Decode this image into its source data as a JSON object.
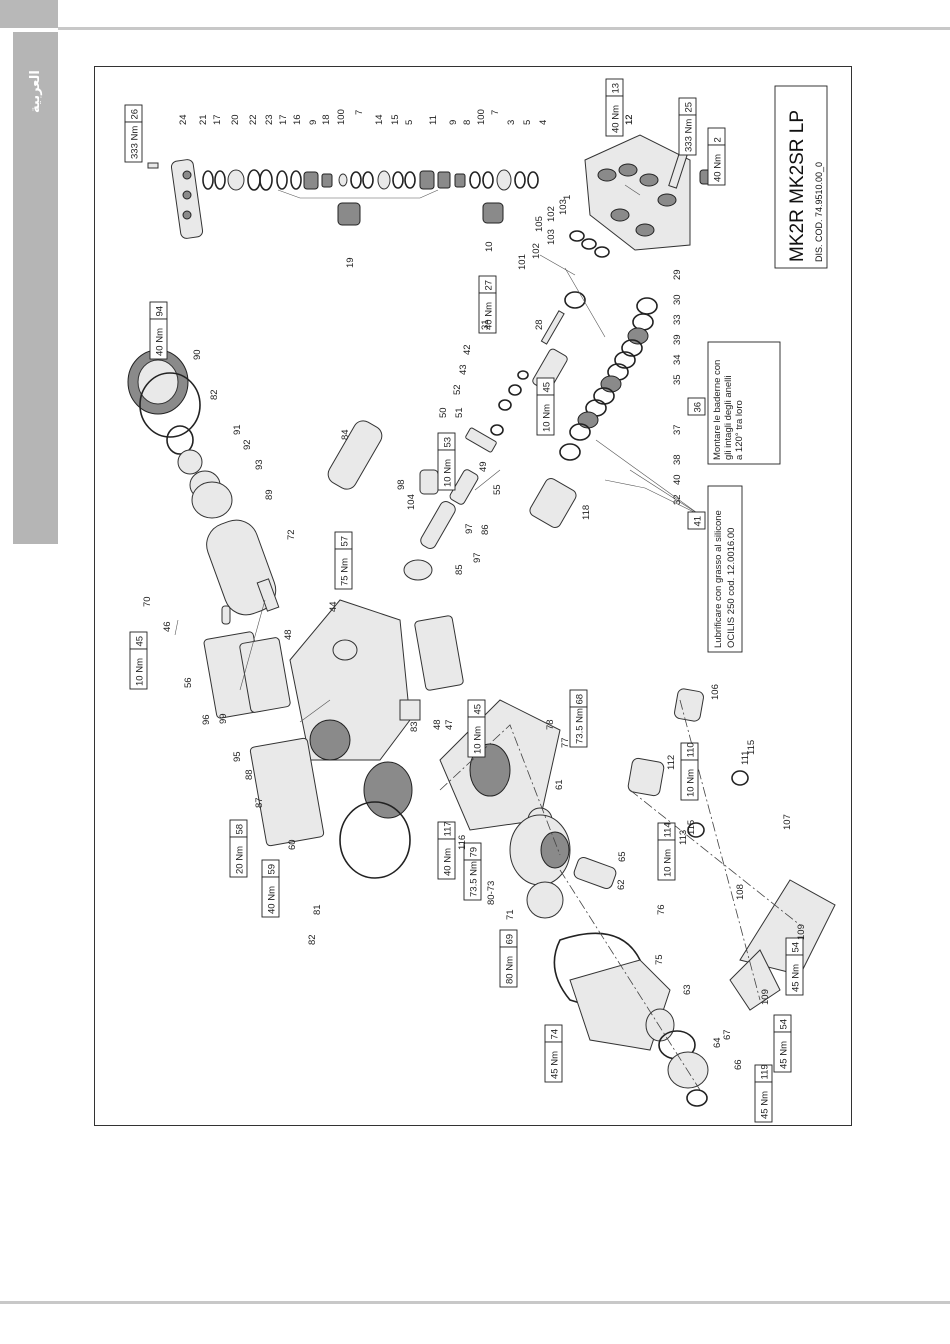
{
  "sidebar": {
    "language_label": "العربية"
  },
  "title_block": {
    "title": "MK2R MK2SR LP",
    "drawing_code": "DIS. COD. 74.9510.00_0"
  },
  "notes": {
    "lubrication_line1": "Lubrificare con grasso al silicone",
    "lubrication_line2": "OCILIS 250 cod. 12.0016.00",
    "rings_line1": "Montare le baderne con",
    "rings_line2": "gli intagli degli anelli",
    "rings_line3": "a 120° tra loro"
  },
  "torque_boxes": [
    {
      "ref": "26",
      "torque": "333 Nm"
    },
    {
      "ref": "13",
      "torque": "40 Nm"
    },
    {
      "ref": "25",
      "torque": "333 Nm"
    },
    {
      "ref": "2",
      "torque": "40 Nm"
    },
    {
      "ref": "94",
      "torque": "40 Nm"
    },
    {
      "ref": "27",
      "torque": "40 Nm"
    },
    {
      "ref": "45",
      "torque": "10 Nm"
    },
    {
      "ref": "53",
      "torque": "10 Nm"
    },
    {
      "ref": "57",
      "torque": "75 Nm"
    },
    {
      "ref": "45",
      "torque": "10 Nm"
    },
    {
      "ref": "45",
      "torque": "10 Nm"
    },
    {
      "ref": "68",
      "torque": "73.5 Nm"
    },
    {
      "ref": "58",
      "torque": "20 Nm"
    },
    {
      "ref": "59",
      "torque": "40 Nm"
    },
    {
      "ref": "117",
      "torque": "40 Nm"
    },
    {
      "ref": "79",
      "torque": "73.5 Nm"
    },
    {
      "ref": "69",
      "torque": "80 Nm"
    },
    {
      "ref": "74",
      "torque": "45 Nm"
    },
    {
      "ref": "110",
      "torque": "10 Nm"
    },
    {
      "ref": "114",
      "torque": "10 Nm"
    },
    {
      "ref": "54",
      "torque": "45 Nm"
    },
    {
      "ref": "54",
      "torque": "45 Nm"
    },
    {
      "ref": "119",
      "torque": "45 Nm"
    }
  ],
  "ref_boxes": [
    "36",
    "41"
  ],
  "part_labels": [
    "24",
    "21",
    "17",
    "20",
    "22",
    "23",
    "17",
    "16",
    "9",
    "18",
    "100",
    "7",
    "14",
    "15",
    "5",
    "11",
    "9",
    "8",
    "100",
    "7",
    "3",
    "5",
    "4",
    "19",
    "10",
    "1",
    "103",
    "102",
    "105",
    "103",
    "102",
    "101",
    "12",
    "12",
    "90",
    "82",
    "91",
    "92",
    "93",
    "89",
    "72",
    "70",
    "28",
    "31",
    "42",
    "43",
    "52",
    "51",
    "50",
    "49",
    "55",
    "118",
    "97",
    "98",
    "104",
    "86",
    "97",
    "85",
    "84",
    "44",
    "29",
    "30",
    "33",
    "39",
    "34",
    "35",
    "37",
    "38",
    "40",
    "32",
    "46",
    "56",
    "96",
    "99",
    "95",
    "88",
    "87",
    "60",
    "48",
    "48",
    "47",
    "83",
    "81",
    "82",
    "78",
    "77",
    "61",
    "116",
    "80-73",
    "71",
    "62",
    "65",
    "76",
    "75",
    "63",
    "64",
    "67",
    "66",
    "106",
    "112",
    "115",
    "111",
    "113",
    "115",
    "107",
    "108",
    "109",
    "109"
  ]
}
